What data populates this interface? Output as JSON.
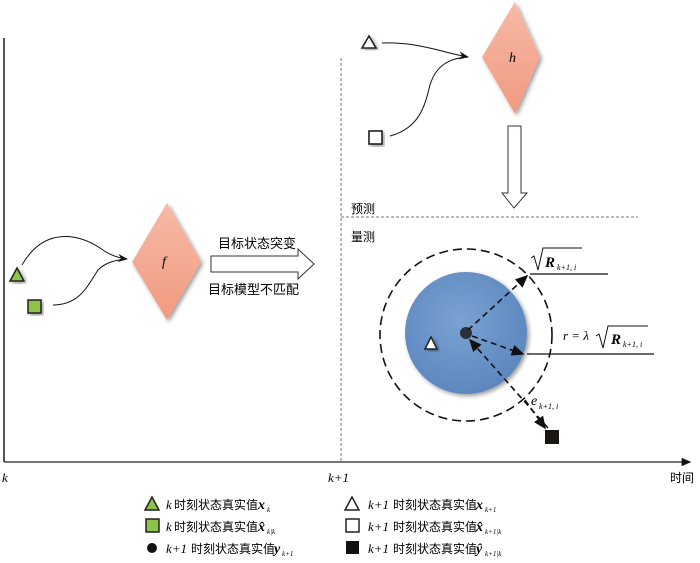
{
  "diagram": {
    "axis": {
      "start_label": "k",
      "mid_label": "k+1",
      "end_label": "时间"
    },
    "left_panel": {
      "transition_f": "f",
      "arrow_label_top": "目标状态突变",
      "arrow_label_bottom": "目标模型不匹配"
    },
    "right_panel": {
      "transition_h": "h",
      "prediction_label": "预测",
      "measurement_label": "量测",
      "sqrt_R_label": "R",
      "sqrt_R_sub": "k+1, i",
      "radius_label_prefix": "r = λ",
      "radius_R": "R",
      "radius_R_sub": "k+1, i",
      "error_label": "e",
      "error_sub": "k+1, i"
    },
    "colors": {
      "diamond": "#f4a58f",
      "circle_fill": "#6a93c7",
      "green": "#8cc34a",
      "black": "#111111"
    },
    "legend": [
      {
        "icon": "green-triangle-icon",
        "prefix": "k",
        "text": "时刻状态真实值",
        "var": "x",
        "hat": false,
        "sub": "k"
      },
      {
        "icon": "white-triangle-icon",
        "prefix": "k+1",
        "text": "时刻状态真实值",
        "var": "x",
        "hat": false,
        "sub": "k+1"
      },
      {
        "icon": "green-square-icon",
        "prefix": "k",
        "text": "时刻状态真实值",
        "var": "x̂",
        "hat": true,
        "sub": "k|k"
      },
      {
        "icon": "white-square-icon",
        "prefix": "k+1",
        "text": "时刻状态真实值",
        "var": "x̂",
        "hat": true,
        "sub": "k+1|k"
      },
      {
        "icon": "black-dot-icon",
        "prefix": "k+1",
        "text": "时刻状态真实值",
        "var": "y",
        "hat": false,
        "sub": "k+1"
      },
      {
        "icon": "black-square-icon",
        "prefix": "k+1",
        "text": "时刻状态真实值",
        "var": "ŷ",
        "hat": true,
        "sub": "k+1|k"
      }
    ]
  }
}
